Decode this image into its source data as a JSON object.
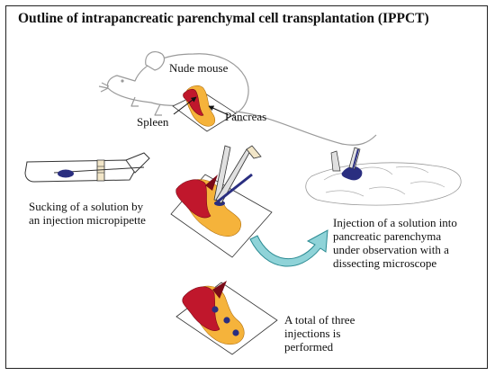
{
  "title": "Outline of intrapancreatic parenchymal cell transplantation (IPPCT)",
  "labels": {
    "nude_mouse": "Nude mouse",
    "spleen": "Spleen",
    "pancreas": "Pancreas"
  },
  "steps": {
    "sucking": [
      "Sucking of a solution by",
      "an injection micropipette"
    ],
    "injection": [
      "Injection of a solution into",
      "pancreatic parenchyma",
      "under observation with a",
      "dissecting microscope"
    ],
    "total": [
      "A total of three",
      "injections is",
      "performed"
    ]
  },
  "colors": {
    "spleen": "#c0172c",
    "pancreas": "#f5b33b",
    "solution": "#2a2e80",
    "mouse_outline": "#9a9a9a",
    "arrow_fill": "#8fd3d8"
  }
}
